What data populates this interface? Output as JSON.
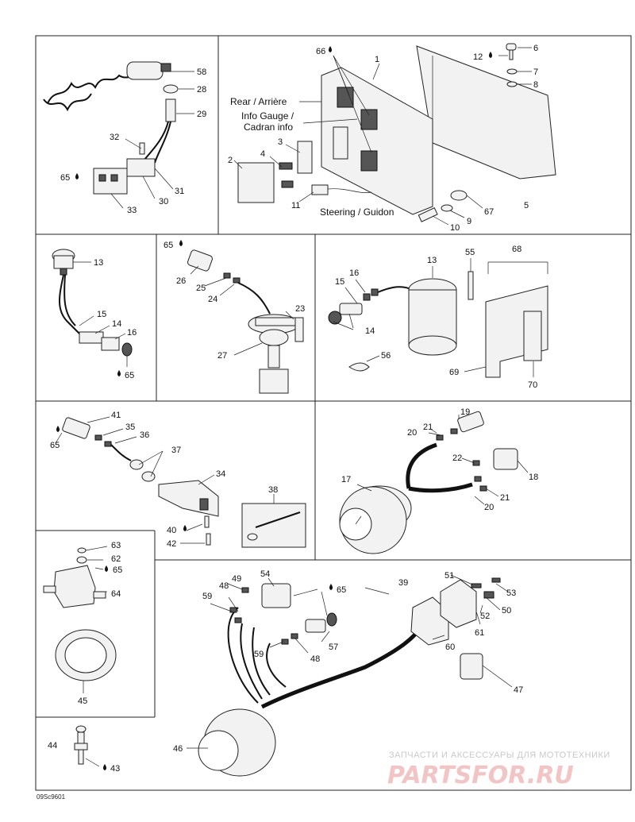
{
  "diagram": {
    "code": "09Sc9601",
    "watermark": {
      "tagline": "ЗАПЧАСТИ И АКСЕССУАРЫ ДЛЯ МОТОТЕХНИКИ",
      "brand": "PARTSFOR.RU"
    },
    "labels": {
      "rear": "Rear / Arrière",
      "info_gauge_1": "Info Gauge /",
      "info_gauge_2": "Cadran info",
      "steering": "Steering / Guidon"
    },
    "parts": {
      "p1": "1",
      "p2": "2",
      "p3": "3",
      "p4": "4",
      "p5": "5",
      "p6": "6",
      "p7": "7",
      "p8": "8",
      "p9": "9",
      "p10": "10",
      "p11": "11",
      "p12": "12",
      "p13a": "13",
      "p13b": "13",
      "p14a": "14",
      "p14b": "14",
      "p15a": "15",
      "p15b": "15",
      "p16a": "16",
      "p16b": "16",
      "p17": "17",
      "p18": "18",
      "p19": "19",
      "p20a": "20",
      "p20b": "20",
      "p21a": "21",
      "p21b": "21",
      "p22": "22",
      "p23": "23",
      "p24": "24",
      "p25": "25",
      "p26": "26",
      "p27": "27",
      "p28": "28",
      "p29": "29",
      "p30": "30",
      "p31": "31",
      "p32": "32",
      "p33": "33",
      "p34": "34",
      "p35": "35",
      "p36": "36",
      "p37": "37",
      "p38": "38",
      "p39": "39",
      "p40": "40",
      "p41": "41",
      "p42": "42",
      "p43": "43",
      "p44": "44",
      "p45": "45",
      "p46": "46",
      "p47": "47",
      "p48a": "48",
      "p48b": "48",
      "p49": "49",
      "p50": "50",
      "p51": "51",
      "p52": "52",
      "p53": "53",
      "p54": "54",
      "p55": "55",
      "p56": "56",
      "p57": "57",
      "p58": "58",
      "p59a": "59",
      "p59b": "59",
      "p60": "60",
      "p61": "61",
      "p62": "62",
      "p63": "63",
      "p64": "64",
      "p65a": "65",
      "p65b": "65",
      "p65c": "65",
      "p65d": "65",
      "p65e": "65",
      "p65f": "65",
      "p66": "66",
      "p67": "67",
      "p68": "68",
      "p69": "69",
      "p70": "70"
    }
  }
}
